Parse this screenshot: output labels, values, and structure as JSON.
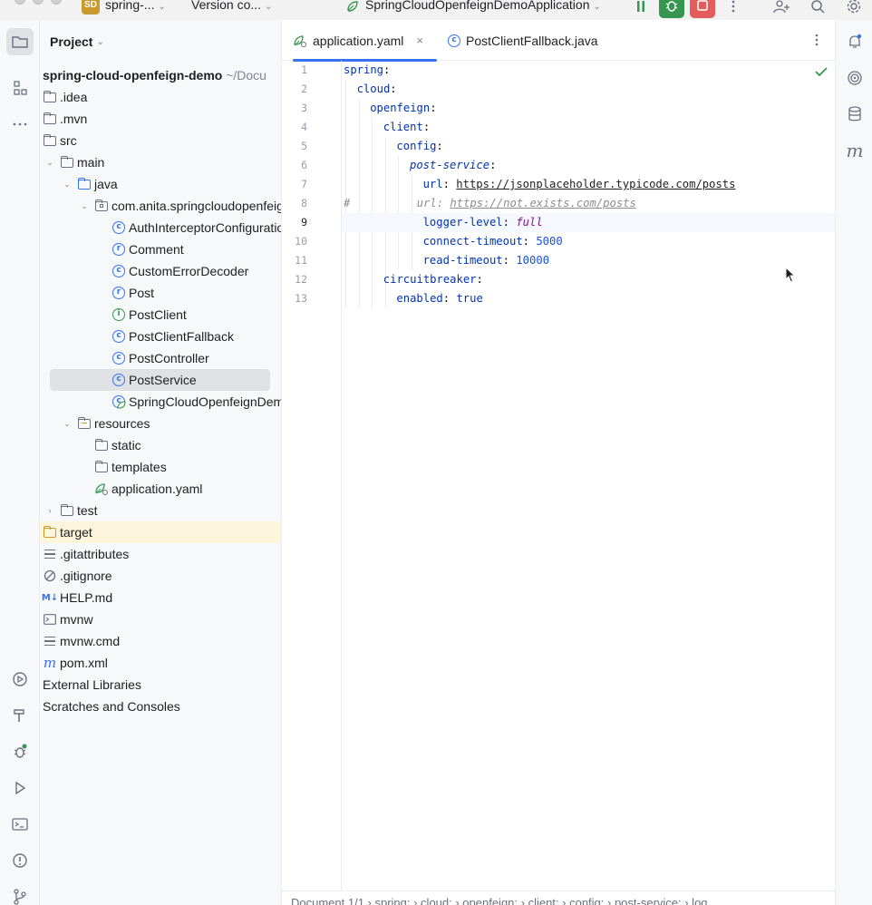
{
  "titlebar": {
    "project_badge": "SD",
    "project_name": "spring-...",
    "vcs": "Version co...",
    "run_config": "SpringCloudOpenfeignDemoApplication"
  },
  "project_panel": {
    "title": "Project",
    "tree": [
      {
        "label": "spring-cloud-openfeign-demo",
        "suffix": "~/Docu",
        "depth": 0,
        "icon": "none",
        "arrow": "none",
        "bold": true
      },
      {
        "label": ".idea",
        "depth": 0,
        "icon": "folder",
        "arrow": "none"
      },
      {
        "label": ".mvn",
        "depth": 0,
        "icon": "folder",
        "arrow": "none"
      },
      {
        "label": "src",
        "depth": 0,
        "icon": "folder",
        "arrow": "none"
      },
      {
        "label": "main",
        "depth": 1,
        "icon": "folder",
        "arrow": "down"
      },
      {
        "label": "java",
        "depth": 2,
        "icon": "folder-blue",
        "arrow": "down"
      },
      {
        "label": "com.anita.springcloudopenfeign",
        "depth": 3,
        "icon": "package",
        "arrow": "down"
      },
      {
        "label": "AuthInterceptorConfiguration",
        "depth": 4,
        "icon": "class",
        "arrow": "none"
      },
      {
        "label": "Comment",
        "depth": 4,
        "icon": "record",
        "arrow": "none"
      },
      {
        "label": "CustomErrorDecoder",
        "depth": 4,
        "icon": "class",
        "arrow": "none"
      },
      {
        "label": "Post",
        "depth": 4,
        "icon": "record",
        "arrow": "none"
      },
      {
        "label": "PostClient",
        "depth": 4,
        "icon": "interface",
        "arrow": "none"
      },
      {
        "label": "PostClientFallback",
        "depth": 4,
        "icon": "class",
        "arrow": "none"
      },
      {
        "label": "PostController",
        "depth": 4,
        "icon": "class",
        "arrow": "none"
      },
      {
        "label": "PostService",
        "depth": 4,
        "icon": "class",
        "arrow": "none",
        "selected": true
      },
      {
        "label": "SpringCloudOpenfeignDemoApplication",
        "depth": 4,
        "icon": "spring-class",
        "arrow": "none"
      },
      {
        "label": "resources",
        "depth": 2,
        "icon": "folder-res",
        "arrow": "down"
      },
      {
        "label": "static",
        "depth": 3,
        "icon": "folder",
        "arrow": "none"
      },
      {
        "label": "templates",
        "depth": 3,
        "icon": "folder",
        "arrow": "none"
      },
      {
        "label": "application.yaml",
        "depth": 3,
        "icon": "spring-yaml",
        "arrow": "none"
      },
      {
        "label": "test",
        "depth": 1,
        "icon": "folder",
        "arrow": "right"
      },
      {
        "label": "target",
        "depth": 0,
        "icon": "folder-orange",
        "arrow": "none",
        "excluded": true
      },
      {
        "label": ".gitattributes",
        "depth": 0,
        "icon": "lines",
        "arrow": "none"
      },
      {
        "label": ".gitignore",
        "depth": 0,
        "icon": "ignore",
        "arrow": "none"
      },
      {
        "label": "HELP.md",
        "depth": 0,
        "icon": "markdown",
        "arrow": "none"
      },
      {
        "label": "mvnw",
        "depth": 0,
        "icon": "shell",
        "arrow": "none"
      },
      {
        "label": "mvnw.cmd",
        "depth": 0,
        "icon": "lines",
        "arrow": "none"
      },
      {
        "label": "pom.xml",
        "depth": 0,
        "icon": "maven",
        "arrow": "none"
      },
      {
        "label": "External Libraries",
        "depth": -1,
        "icon": "none",
        "arrow": "none"
      },
      {
        "label": "Scratches and Consoles",
        "depth": -1,
        "icon": "none",
        "arrow": "none"
      }
    ]
  },
  "tabs": [
    {
      "label": "application.yaml",
      "active": true,
      "icon": "spring-yaml",
      "closable": true
    },
    {
      "label": "PostClientFallback.java",
      "active": false,
      "icon": "class"
    }
  ],
  "editor": {
    "current_line": 9,
    "lines": [
      {
        "n": "1",
        "indent": 0,
        "parts": [
          [
            "k",
            "spring"
          ],
          [
            "p",
            ":"
          ]
        ]
      },
      {
        "n": "2",
        "indent": 1,
        "parts": [
          [
            "k",
            "cloud"
          ],
          [
            "p",
            ":"
          ]
        ]
      },
      {
        "n": "3",
        "indent": 2,
        "parts": [
          [
            "k",
            "openfeign"
          ],
          [
            "p",
            ":"
          ]
        ]
      },
      {
        "n": "4",
        "indent": 3,
        "parts": [
          [
            "k",
            "client"
          ],
          [
            "p",
            ":"
          ]
        ]
      },
      {
        "n": "5",
        "indent": 4,
        "parts": [
          [
            "k",
            "config"
          ],
          [
            "p",
            ":"
          ]
        ]
      },
      {
        "n": "6",
        "indent": 5,
        "parts": [
          [
            "kv",
            "post-service"
          ],
          [
            "p",
            ":"
          ]
        ]
      },
      {
        "n": "7",
        "indent": 6,
        "parts": [
          [
            "k",
            "url"
          ],
          [
            "p",
            ": "
          ],
          [
            "str",
            "https://jsonplaceholder.typicode.com/posts"
          ]
        ]
      },
      {
        "n": "8",
        "indent": 0,
        "parts": [
          [
            "cmt",
            "#          url: "
          ],
          [
            "cmt-link",
            "https://not.exists.com/posts"
          ]
        ]
      },
      {
        "n": "9",
        "indent": 6,
        "parts": [
          [
            "k",
            "logger-level"
          ],
          [
            "p",
            ": "
          ],
          [
            "ital",
            "full"
          ]
        ]
      },
      {
        "n": "10",
        "indent": 6,
        "parts": [
          [
            "k",
            "connect-timeout"
          ],
          [
            "p",
            ": "
          ],
          [
            "num",
            "5000"
          ]
        ]
      },
      {
        "n": "11",
        "indent": 6,
        "parts": [
          [
            "k",
            "read-timeout"
          ],
          [
            "p",
            ": "
          ],
          [
            "num",
            "10000"
          ]
        ]
      },
      {
        "n": "12",
        "indent": 3,
        "parts": [
          [
            "k",
            "circuitbreaker"
          ],
          [
            "p",
            ":"
          ]
        ]
      },
      {
        "n": "13",
        "indent": 4,
        "parts": [
          [
            "k",
            "enabled"
          ],
          [
            "p",
            ": "
          ],
          [
            "bool",
            "true"
          ]
        ]
      }
    ]
  },
  "breadcrumbs": "Document 1/1  ›  spring:  ›  cloud:  ›  openfeign:  ›  client:  ›  config:  ›  post-service:  ›  log"
}
